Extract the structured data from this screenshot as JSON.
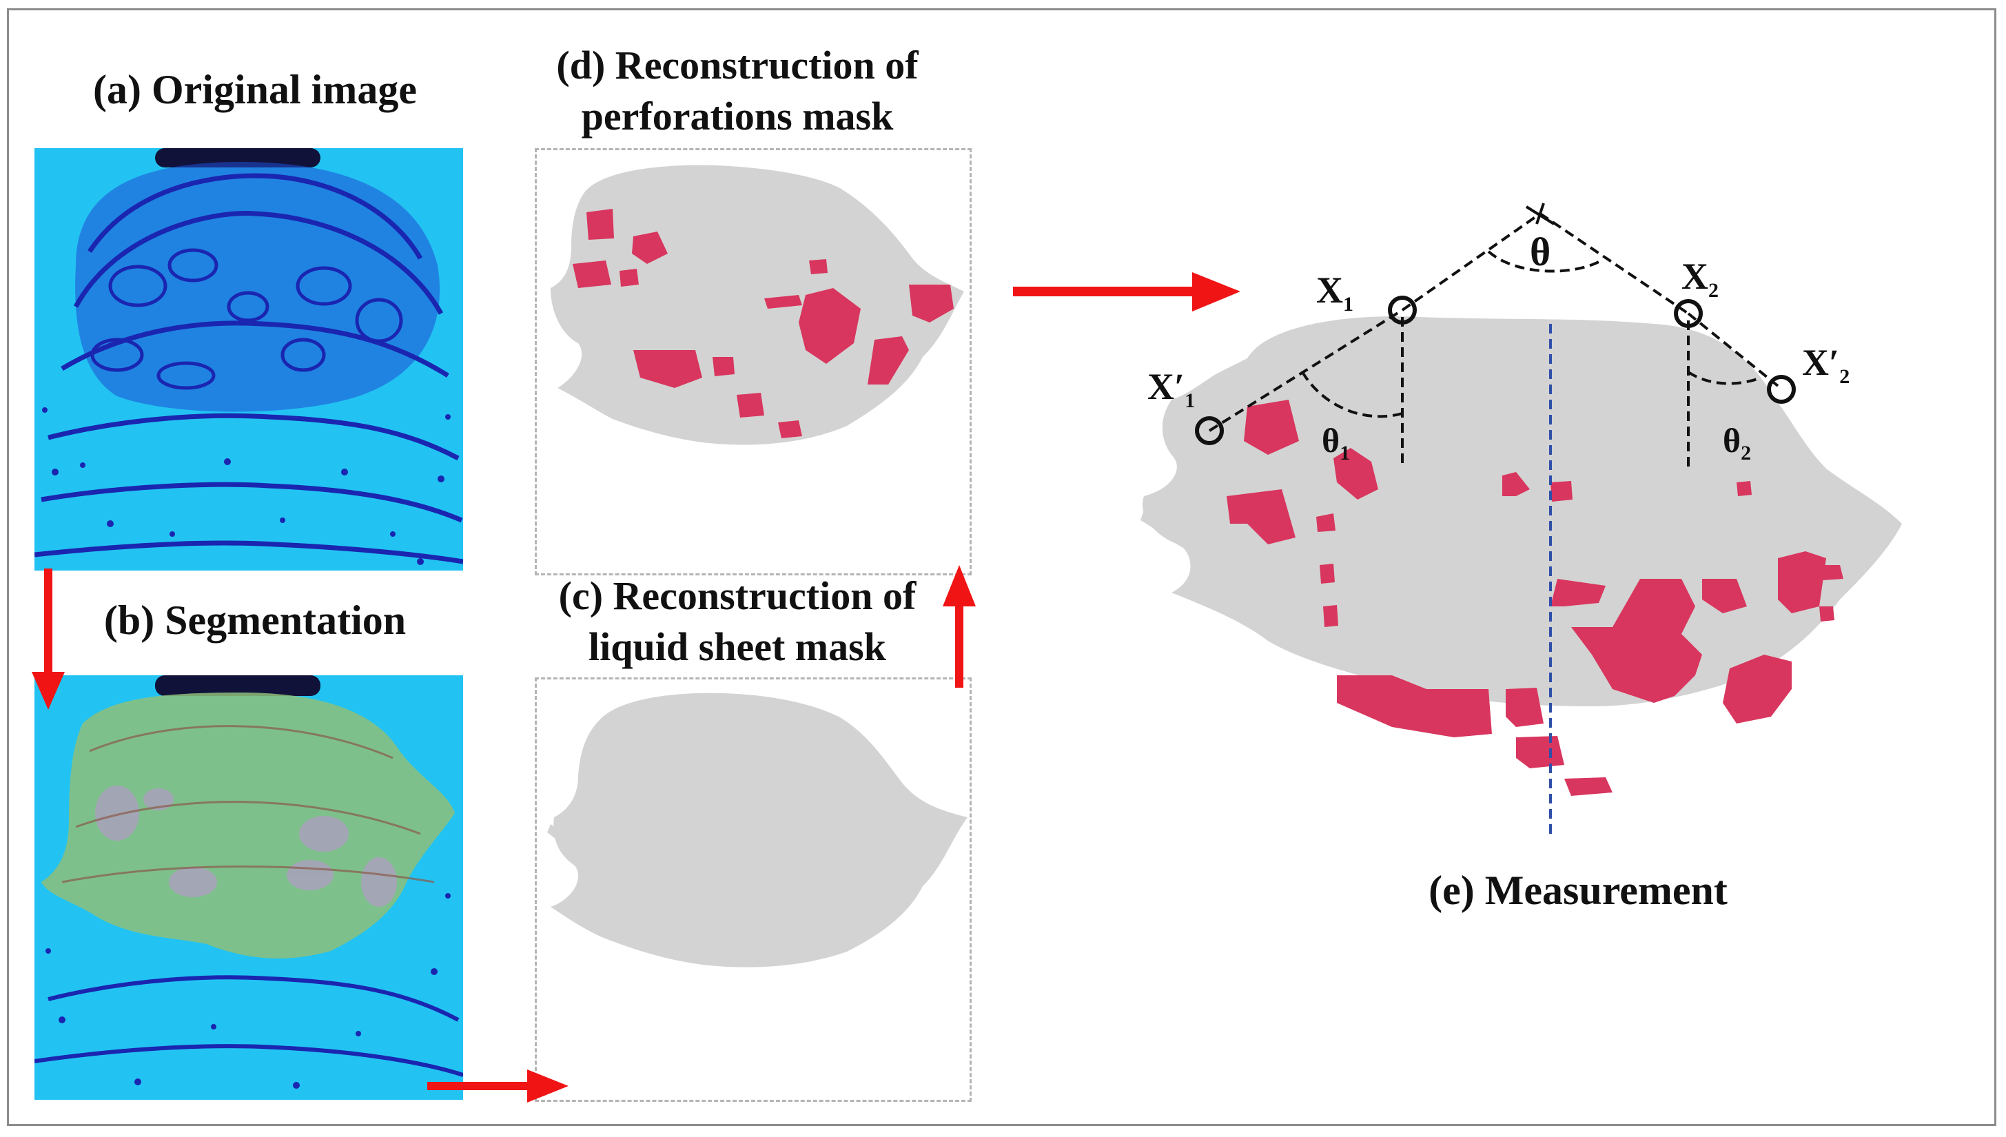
{
  "panels": {
    "a": {
      "title": "(a)  Original image"
    },
    "b": {
      "title": "(b)  Segmentation"
    },
    "c": {
      "title_line1": "(c)  Reconstruction of",
      "title_line2": "liquid sheet mask"
    },
    "d": {
      "title_line1": "(d)  Reconstruction of",
      "title_line2": "perforations mask"
    },
    "e": {
      "title": "(e)  Measurement"
    }
  },
  "measurement": {
    "points": {
      "x1": {
        "base": "X",
        "sub": "1"
      },
      "x2": {
        "base": "X",
        "sub": "2"
      },
      "x1p": {
        "base": "X′",
        "sub": "1"
      },
      "x2p": {
        "base": "X′",
        "sub": "2"
      }
    },
    "angles": {
      "theta": "θ",
      "theta1": {
        "base": "θ",
        "sub": "1"
      },
      "theta2": {
        "base": "θ",
        "sub": "2"
      }
    }
  },
  "colors": {
    "sheet": "#d3d3d3",
    "perforation": "#d8365e",
    "arrow": "#f01414",
    "water": "#22c3f2",
    "liquid_dark": "#1a25b0",
    "segment_overlay": "#8ec07a",
    "centerline": "#2f4fa8",
    "frame": "#8c8c8c"
  }
}
